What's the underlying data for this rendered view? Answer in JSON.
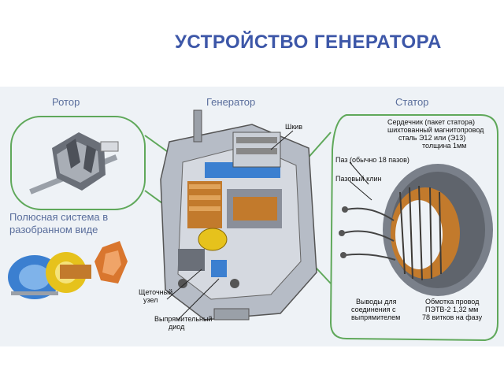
{
  "title": "УСТРОЙСТВО  ГЕНЕРАТОРА",
  "sections": {
    "rotor": "Ротор",
    "generator": "Генератор",
    "stator": "Статор",
    "pole_line1": "Полюсная система в",
    "pole_line2": "разобранном виде"
  },
  "labels": {
    "pulley": "Шкив",
    "core_1": "Сердечник (пакет статора)",
    "core_2": "шихтованный магнитопровод",
    "core_3": "сталь Э12 или (Э13)",
    "core_4": "толщина 1мм",
    "slot": "Паз (обычно 18 пазов)",
    "wedge": "Пазовый клин",
    "brush_1": "Щеточный",
    "brush_2": "узел",
    "diode_1": "Выпрямительный",
    "diode_2": "диод",
    "leads_1": "Выводы для",
    "leads_2": "соединения с",
    "leads_3": "выпрямителем",
    "winding_1": "Обмотка провод",
    "winding_2": "ПЭТВ-2 1,32 мм",
    "winding_3": "78 витков на фазу"
  },
  "colors": {
    "title": "#3d57a8",
    "section": "#5a6e9c",
    "outline": "#5fa85a",
    "copper": "#c27a2c",
    "steel": "#8a8f9a",
    "highlight_blue": "#3b7fd0",
    "yellow": "#e6c21c"
  }
}
